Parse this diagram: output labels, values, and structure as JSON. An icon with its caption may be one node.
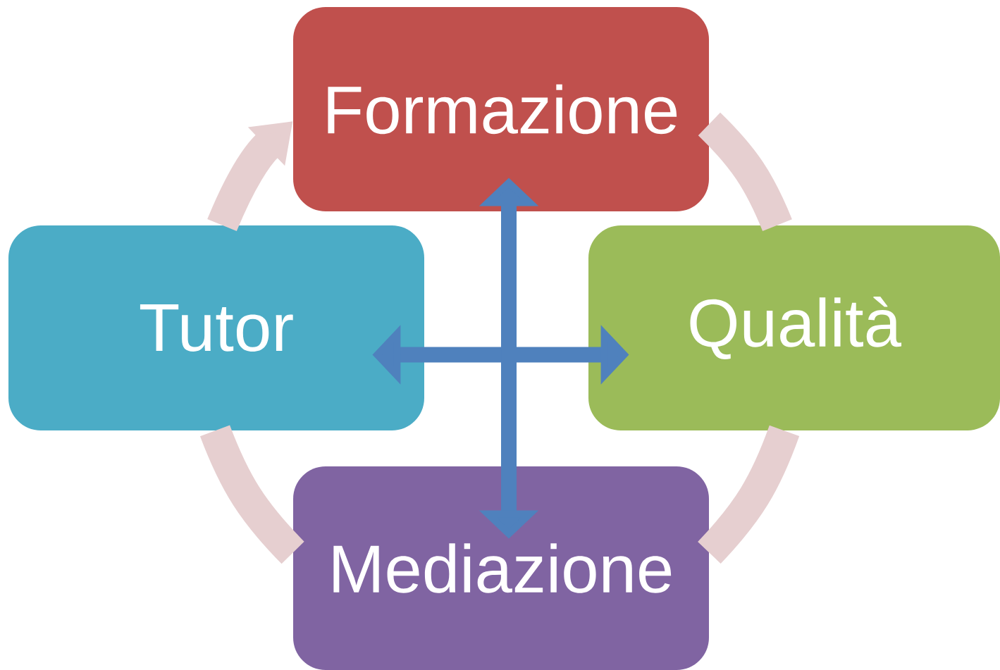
{
  "diagram": {
    "nodes": [
      {
        "text": [
          "Formazione"
        ]
      },
      {
        "text": [
          "Qualità"
        ]
      },
      {
        "text": [
          "Mediazione"
        ]
      },
      {
        "text": [
          "Tutor"
        ]
      }
    ],
    "edges": [
      {
        "from": 0,
        "to": 1,
        "arrow": "none"
      },
      {
        "from": 1,
        "to": 2,
        "arrow": "none"
      },
      {
        "from": 2,
        "to": 3,
        "arrow": "none"
      },
      {
        "from": 3,
        "to": 0,
        "arrow": "to"
      },
      {
        "from": 3,
        "to": 1,
        "arrow": "both",
        "color": "#4f81bd"
      },
      {
        "from": 0,
        "to": 2,
        "arrow": "both",
        "color": "#4f81bd"
      }
    ]
  }
}
